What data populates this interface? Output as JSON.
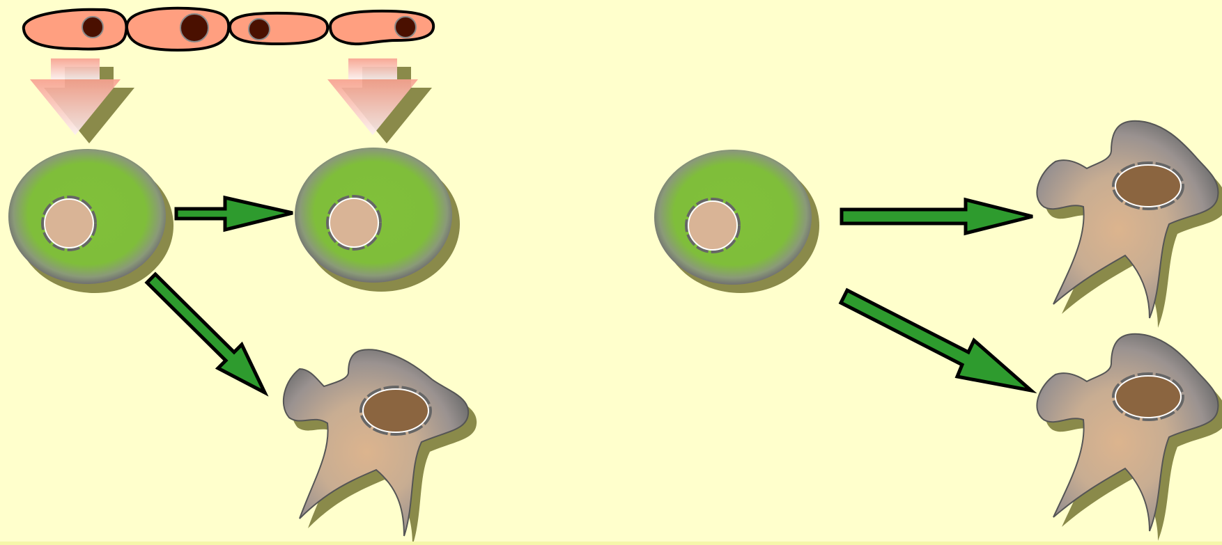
{
  "diagram": {
    "background_color": "#ffffcc",
    "bottom_strip_color": "#f5f7aa",
    "niche_cell_color": "#ff9f80",
    "niche_nucleus_color": "#4a1000",
    "niche_signal_color": "#f8a090",
    "stem_cell_color": "#7fbf3a",
    "stem_nucleus_color": "#d9b496",
    "diff_cell_color": "#d9b18c",
    "diff_nucleus_color": "#8b6540",
    "arrow_color": "#2e9b2e",
    "shadow_color": "#8a8a4a",
    "left_panel": {
      "niche_cells": [
        "niche-cell",
        "niche-cell",
        "niche-cell",
        "niche-cell"
      ],
      "signals": [
        "niche-signal",
        "niche-signal"
      ],
      "stem_cells": [
        "stem-cell",
        "stem-cell"
      ],
      "differentiated_cells": [
        "differentiated-cell"
      ],
      "arrows": [
        "self-renewal-arrow",
        "differentiation-arrow"
      ]
    },
    "right_panel": {
      "stem_cells": [
        "stem-cell"
      ],
      "differentiated_cells": [
        "differentiated-cell",
        "differentiated-cell"
      ],
      "arrows": [
        "differentiation-arrow",
        "differentiation-arrow"
      ]
    }
  }
}
